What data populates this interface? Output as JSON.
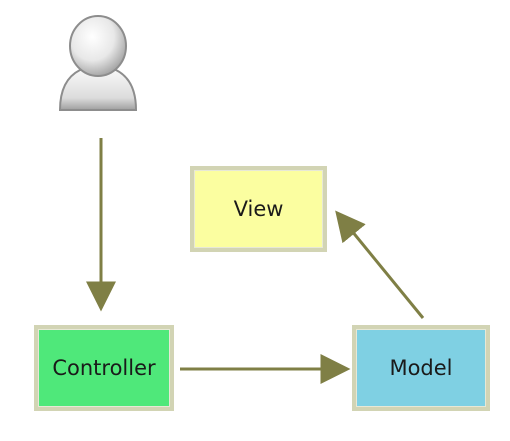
{
  "diagram": {
    "nodes": {
      "view": {
        "label": "View",
        "color": "#fbfea0"
      },
      "controller": {
        "label": "Controller",
        "color": "#4fe87a"
      },
      "model": {
        "label": "Model",
        "color": "#7fd0e3"
      }
    },
    "user": {
      "icon": "user-icon"
    },
    "edges": [
      {
        "from": "user",
        "to": "controller"
      },
      {
        "from": "controller",
        "to": "model"
      },
      {
        "from": "model",
        "to": "view"
      }
    ],
    "colors": {
      "arrow": "#7f7f45",
      "box_border": "#d2d4b4"
    }
  }
}
